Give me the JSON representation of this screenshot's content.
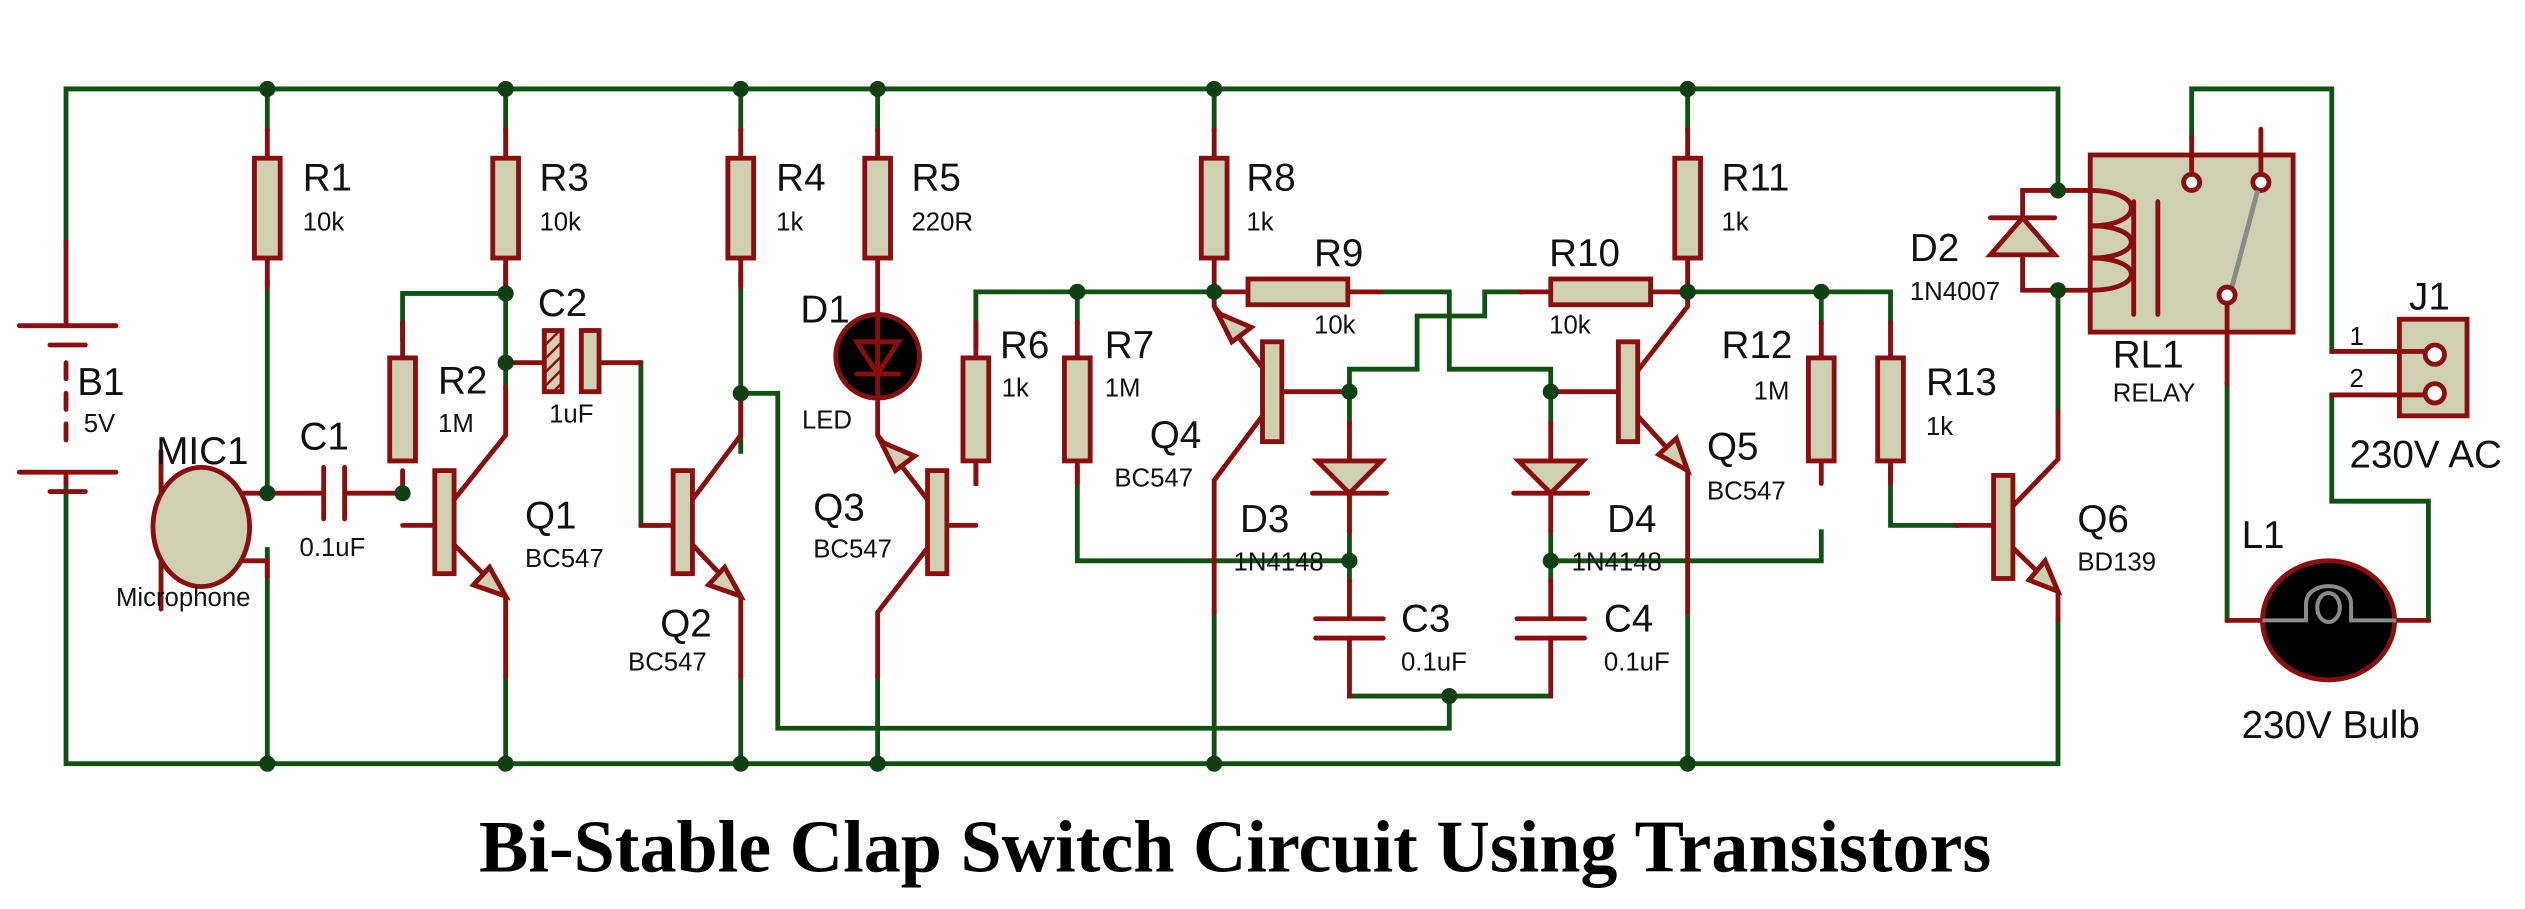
{
  "title": "Bi-Stable Clap Switch Circuit Using Transistors",
  "colors": {
    "wire": "#0f5212",
    "pin": "#8b0e0e",
    "body": "#cfcfb1",
    "junction": "#0f4012",
    "led_fill": "#000000",
    "bulb_fill": "#000000"
  },
  "components": {
    "B1": {
      "ref": "B1",
      "value": "5V",
      "type": "battery"
    },
    "MIC1": {
      "ref": "MIC1",
      "value": "Microphone",
      "type": "microphone"
    },
    "C1": {
      "ref": "C1",
      "value": "0.1uF",
      "type": "capacitor"
    },
    "C2": {
      "ref": "C2",
      "value": "1uF",
      "type": "electrolytic-capacitor"
    },
    "C3": {
      "ref": "C3",
      "value": "0.1uF",
      "type": "capacitor"
    },
    "C4": {
      "ref": "C4",
      "value": "0.1uF",
      "type": "capacitor"
    },
    "R1": {
      "ref": "R1",
      "value": "10k",
      "type": "resistor"
    },
    "R2": {
      "ref": "R2",
      "value": "1M",
      "type": "resistor"
    },
    "R3": {
      "ref": "R3",
      "value": "10k",
      "type": "resistor"
    },
    "R4": {
      "ref": "R4",
      "value": "1k",
      "type": "resistor"
    },
    "R5": {
      "ref": "R5",
      "value": "220R",
      "type": "resistor"
    },
    "R6": {
      "ref": "R6",
      "value": "1k",
      "type": "resistor"
    },
    "R7": {
      "ref": "R7",
      "value": "1M",
      "type": "resistor"
    },
    "R8": {
      "ref": "R8",
      "value": "1k",
      "type": "resistor"
    },
    "R9": {
      "ref": "R9",
      "value": "10k",
      "type": "resistor"
    },
    "R10": {
      "ref": "R10",
      "value": "10k",
      "type": "resistor"
    },
    "R11": {
      "ref": "R11",
      "value": "1k",
      "type": "resistor"
    },
    "R12": {
      "ref": "R12",
      "value": "1M",
      "type": "resistor"
    },
    "R13": {
      "ref": "R13",
      "value": "1k",
      "type": "resistor"
    },
    "Q1": {
      "ref": "Q1",
      "value": "BC547",
      "type": "npn-transistor"
    },
    "Q2": {
      "ref": "Q2",
      "value": "BC547",
      "type": "npn-transistor"
    },
    "Q3": {
      "ref": "Q3",
      "value": "BC547",
      "type": "npn-transistor"
    },
    "Q4": {
      "ref": "Q4",
      "value": "BC547",
      "type": "npn-transistor"
    },
    "Q5": {
      "ref": "Q5",
      "value": "BC547",
      "type": "npn-transistor"
    },
    "Q6": {
      "ref": "Q6",
      "value": "BD139",
      "type": "npn-transistor"
    },
    "D1": {
      "ref": "D1",
      "value": "LED",
      "type": "led"
    },
    "D2": {
      "ref": "D2",
      "value": "1N4007",
      "type": "diode"
    },
    "D3": {
      "ref": "D3",
      "value": "1N4148",
      "type": "diode"
    },
    "D4": {
      "ref": "D4",
      "value": "1N4148",
      "type": "diode"
    },
    "RL1": {
      "ref": "RL1",
      "value": "RELAY",
      "type": "relay"
    },
    "J1": {
      "ref": "J1",
      "value": "230V AC",
      "type": "terminal-block",
      "pins": [
        "1",
        "2"
      ]
    },
    "L1": {
      "ref": "L1",
      "value": "230V Bulb",
      "type": "lamp"
    }
  }
}
